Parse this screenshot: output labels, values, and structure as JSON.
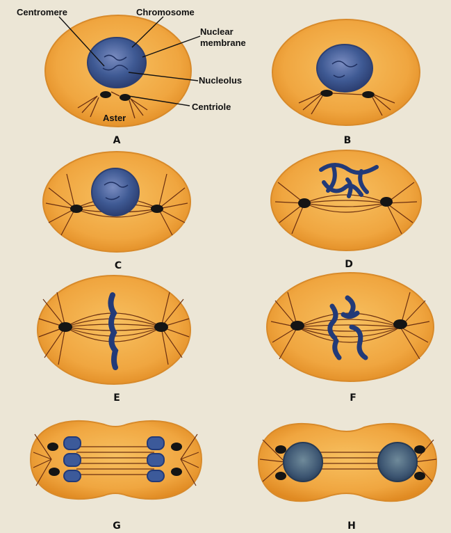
{
  "figure": {
    "annotations": {
      "centromere": "Centromere",
      "chromosome": "Chromosome",
      "nuclear_membrane_line1": "Nuclear",
      "nuclear_membrane_line2": "membrane",
      "nucleolus": "Nucleolus",
      "centriole": "Centriole",
      "aster": "Aster"
    },
    "panels": [
      {
        "label": "A"
      },
      {
        "label": "B"
      },
      {
        "label": "C"
      },
      {
        "label": "D"
      },
      {
        "label": "E"
      },
      {
        "label": "F"
      },
      {
        "label": "G"
      },
      {
        "label": "H"
      }
    ]
  },
  "colors": {
    "background": "#ece6d6",
    "cell_fill": "#f0a640",
    "cell_edge": "#e08a22",
    "cell_highlight": "#f7c060",
    "nucleus": "#3f5a94",
    "chromosome": "#223a78",
    "centriole": "#151515",
    "spindle": "#6b2f10"
  }
}
